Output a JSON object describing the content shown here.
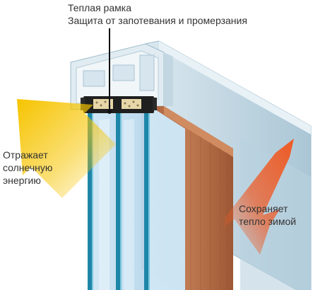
{
  "labels": {
    "warm_frame": {
      "line1": "Теплая рамка",
      "line2": "Защита от запотевания и промерзания"
    },
    "reflects": {
      "line1": "Отражает",
      "line2": "солнечную",
      "line3": "энергию"
    },
    "keeps_heat": {
      "line1": "Сохраняет",
      "line2": "тепло зимой"
    }
  },
  "colors": {
    "sun_arrow": "#f6c400",
    "heat_arrow": "#ef5a24",
    "glass": "#bcd9ee",
    "glass_edge": "#1e86a8",
    "wood": "#b47048",
    "profile": "#c8dbe6",
    "text": "#333333"
  }
}
